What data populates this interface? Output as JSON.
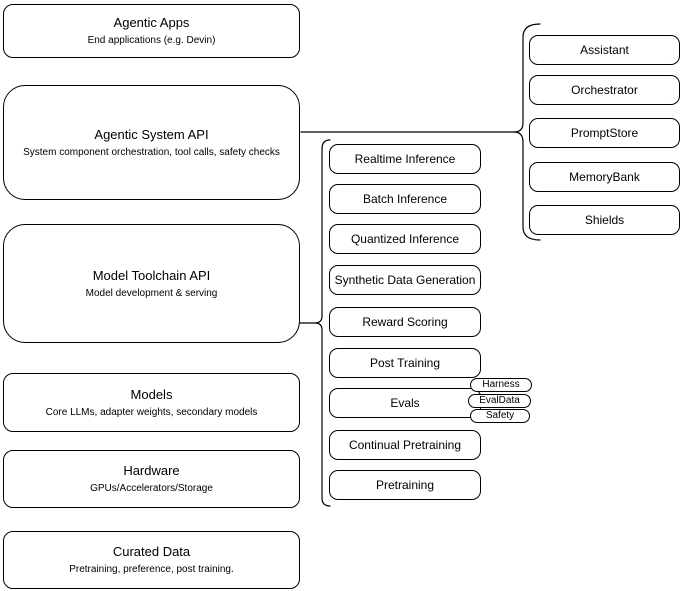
{
  "diagram": {
    "left_stack": [
      {
        "title": "Agentic Apps",
        "subtitle": "End applications (e.g. Devin)"
      },
      {
        "title": "Agentic System API",
        "subtitle": "System component orchestration, tool calls, safety checks"
      },
      {
        "title": "Model Toolchain API",
        "subtitle": "Model development & serving"
      },
      {
        "title": "Models",
        "subtitle": "Core LLMs, adapter weights, secondary models"
      },
      {
        "title": "Hardware",
        "subtitle": "GPUs/Accelerators/Storage"
      },
      {
        "title": "Curated Data",
        "subtitle": "Pretraining, preference, post training."
      }
    ],
    "toolchain_group": {
      "items": [
        "Realtime Inference",
        "Batch Inference",
        "Quantized Inference",
        "Synthetic Data Generation",
        "Reward Scoring",
        "Post Training",
        "Evals",
        "Continual Pretraining",
        "Pretraining"
      ],
      "evals_tags": [
        "Harness",
        "EvalData",
        "Safety"
      ]
    },
    "system_group": {
      "items": [
        "Assistant",
        "Orchestrator",
        "PromptStore",
        "MemoryBank",
        "Shields"
      ]
    },
    "colors": {
      "stroke": "#000000",
      "fill": "#ffffff",
      "background": "#ffffff"
    }
  }
}
